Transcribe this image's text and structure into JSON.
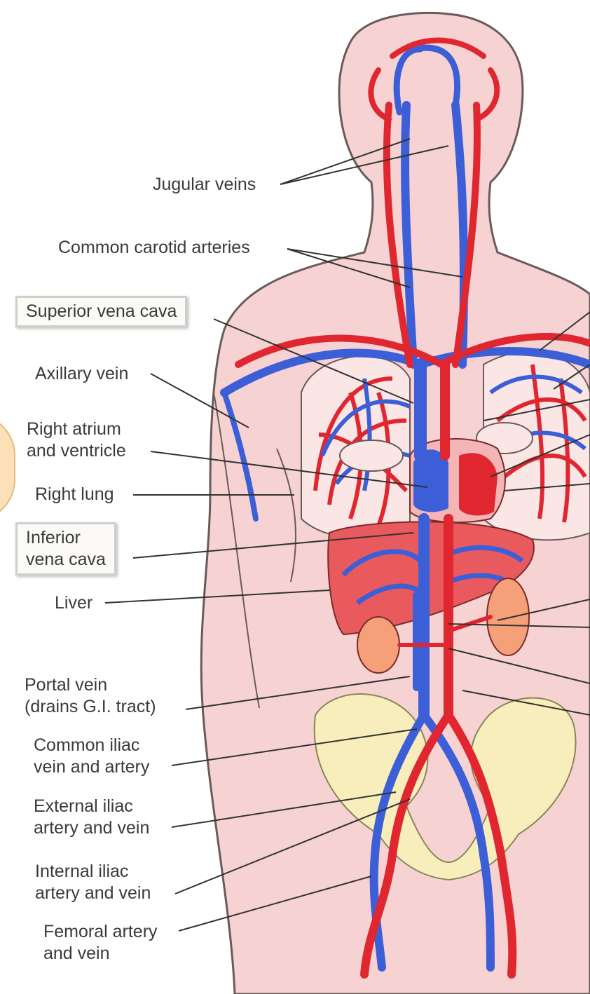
{
  "labels": {
    "jugular": "Jugular veins",
    "carotid": "Common carotid arteries",
    "svc": "Superior vena cava",
    "axillary": "Axillary vein",
    "right_atrium": [
      "Right atrium",
      "and ventricle"
    ],
    "right_lung": "Right lung",
    "ivc": [
      "Inferior",
      "vena cava"
    ],
    "liver": "Liver",
    "portal": [
      "Portal vein",
      "(drains G.I. tract)"
    ],
    "common_iliac": [
      "Common iliac",
      "vein and artery"
    ],
    "external_iliac": [
      "External iliac",
      "artery and vein"
    ],
    "internal_iliac": [
      "Internal iliac",
      "artery and vein"
    ],
    "femoral": [
      "Femoral artery",
      "and vein"
    ]
  },
  "colors": {
    "skin": "#f6d2d2",
    "skin_outline": "#6a5a5a",
    "artery": "#e0262e",
    "vein": "#3c5fd8",
    "lung": "#fbe6e6",
    "liver": "#e85a5e",
    "pelvis": "#f7eebc",
    "leader": "#333333",
    "box_border": "#cfd0cb"
  }
}
